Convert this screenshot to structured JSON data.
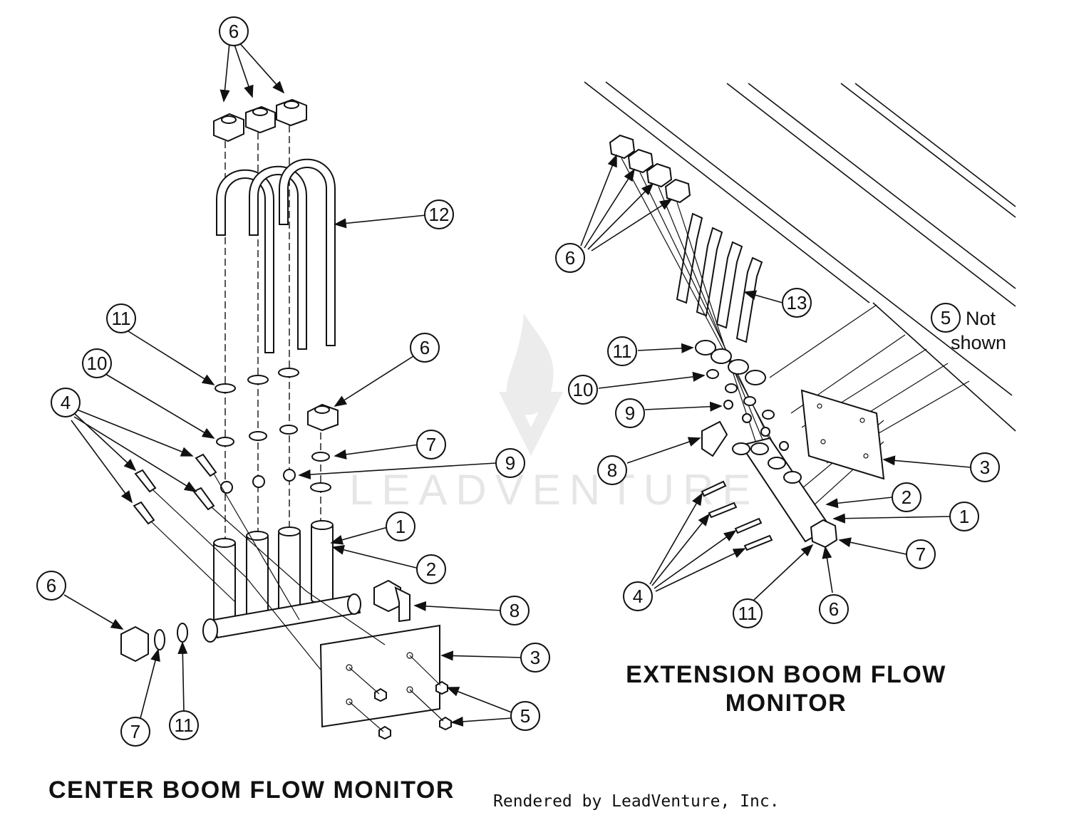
{
  "watermark": {
    "text": "LEADVENTURE"
  },
  "titles": {
    "center": "CENTER BOOM FLOW MONITOR",
    "extension_line1": "EXTENSION BOOM FLOW",
    "extension_line2": "MONITOR"
  },
  "credit": "Rendered by LeadVenture, Inc.",
  "note": {
    "line1": "Not",
    "line2": "shown"
  },
  "callouts": {
    "center": [
      "6",
      "12",
      "11",
      "10",
      "4",
      "6",
      "7",
      "9",
      "1",
      "2",
      "8",
      "3",
      "6",
      "7",
      "11",
      "5"
    ],
    "extension": [
      "6",
      "13",
      "5",
      "11",
      "10",
      "9",
      "8",
      "3",
      "2",
      "1",
      "7",
      "4",
      "11",
      "6"
    ]
  }
}
